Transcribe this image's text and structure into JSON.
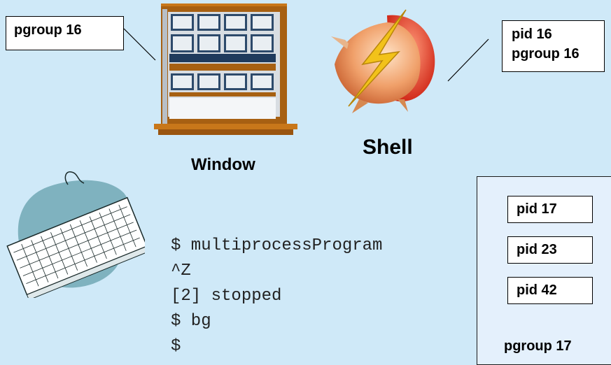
{
  "window_label": "Window",
  "shell_label": "Shell",
  "window_pgroup": "pgroup 16",
  "shell_pid": "pid 16",
  "shell_pgroup": "pgroup 16",
  "terminal": {
    "lines": [
      "$ multiprocessProgram",
      "^Z",
      "[2] stopped",
      "$ bg",
      "$"
    ]
  },
  "process_group": {
    "pids": [
      "pid 17",
      "pid 23",
      "pid 42"
    ],
    "label": "pgroup 17"
  },
  "icons": [
    "window-icon",
    "shell-icon",
    "keyboard-icon"
  ]
}
